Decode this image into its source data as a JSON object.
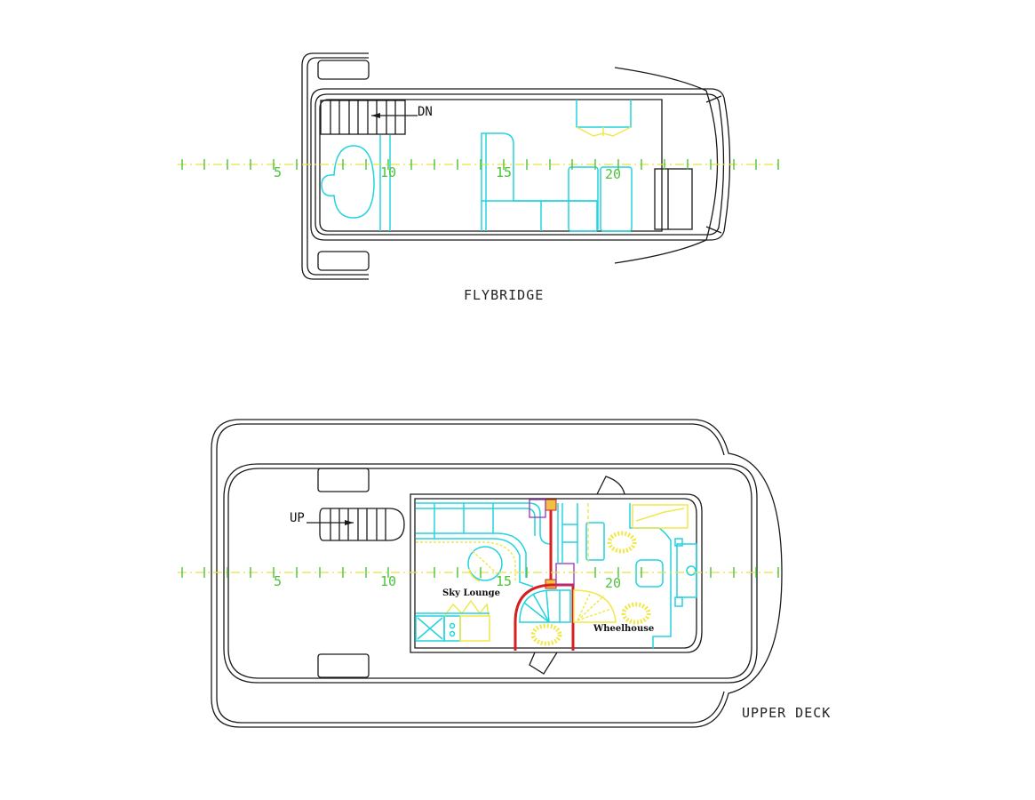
{
  "drawings": [
    {
      "id": "flybridge",
      "title": "FLYBRIDGE",
      "annotations": [
        "DN"
      ],
      "axis_labels": [
        "5",
        "10",
        "15",
        "20"
      ]
    },
    {
      "id": "upper-deck",
      "title": "UPPER DECK",
      "annotations": [
        "UP"
      ],
      "rooms": [
        "Sky Lounge",
        "Wheelhouse"
      ],
      "axis_labels": [
        "5",
        "10",
        "15",
        "20"
      ]
    }
  ],
  "colors": {
    "outline": "#1a1a1a",
    "furniture": "#22d3e0",
    "fixtures": "#f0e84a",
    "walls_red": "#d42020",
    "walls_purple": "#9b30c0",
    "grid_ticks": "#4ec23a"
  }
}
